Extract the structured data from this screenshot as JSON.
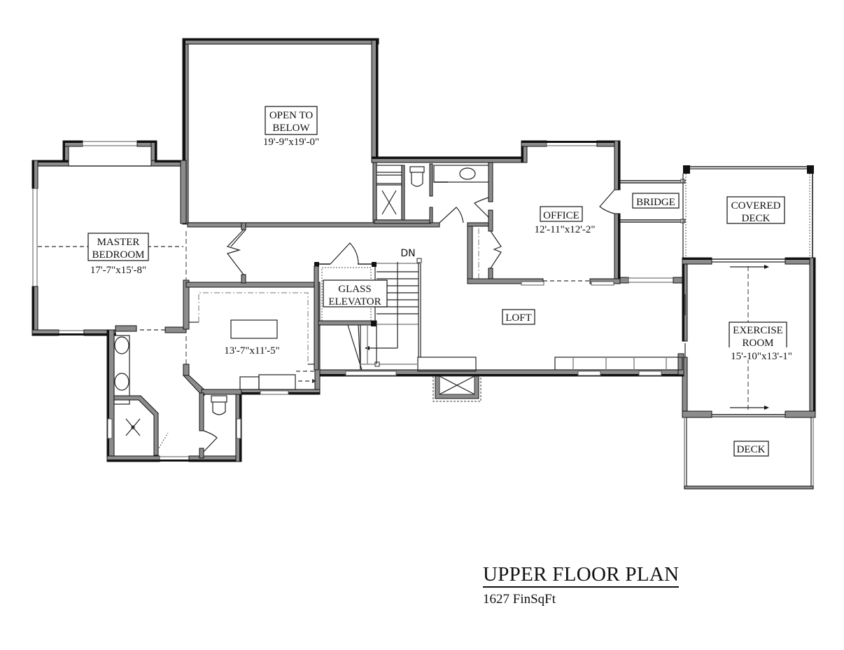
{
  "title_block": {
    "title": "UPPER FLOOR PLAN",
    "subtitle": "1627 FinSqFt"
  },
  "rooms": {
    "open_to_below": {
      "name_line1": "OPEN TO",
      "name_line2": "BELOW",
      "dimensions": "19'-9\"x19'-0\""
    },
    "master_bedroom": {
      "name_line1": "MASTER",
      "name_line2": "BEDROOM",
      "dimensions": "17'-7\"x15'-8\""
    },
    "office": {
      "name": "OFFICE",
      "dimensions": "12'-11\"x12'-2\""
    },
    "bridge": {
      "name": "BRIDGE"
    },
    "covered_deck": {
      "name_line1": "COVERED",
      "name_line2": "DECK"
    },
    "glass_elevator": {
      "name_line1": "GLASS",
      "name_line2": "ELEVATOR"
    },
    "loft": {
      "name": "LOFT"
    },
    "exercise_room": {
      "name_line1": "EXERCISE",
      "name_line2": "ROOM",
      "dimensions": "15'-10\"x13'-1\""
    },
    "closet_room": {
      "dimensions": "13'-7\"x11'-5\""
    },
    "deck": {
      "name": "DECK"
    },
    "stair": {
      "direction": "DN"
    }
  },
  "colors": {
    "wall_fill": "#8c8c8c",
    "wall_outline": "#111111",
    "line": "#222222",
    "background": "#ffffff"
  }
}
